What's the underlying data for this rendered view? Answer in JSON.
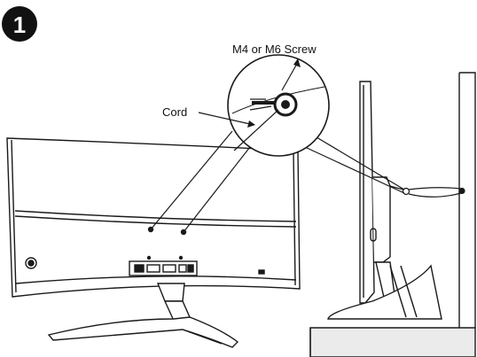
{
  "step": {
    "number": "1"
  },
  "labels": {
    "screw": "M4 or M6 Screw",
    "cord": "Cord"
  },
  "colors": {
    "line": "#1a1a1a",
    "shade": "#ebebeb",
    "badge": "#111111"
  }
}
